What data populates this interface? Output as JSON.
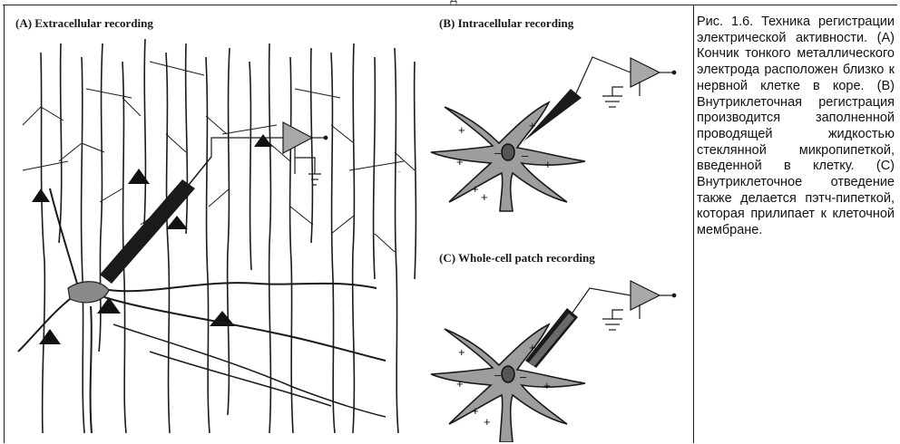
{
  "page": {
    "header_fragment": "Д"
  },
  "figure": {
    "panels": [
      {
        "id": "A",
        "label": "(A) Extracellular recording"
      },
      {
        "id": "B",
        "label": "(B) Intracellular recording"
      },
      {
        "id": "C",
        "label": "(C) Whole-cell patch recording"
      }
    ],
    "membrane_charge_signs": [
      "+",
      "–"
    ]
  },
  "caption": {
    "lines": [
      "Рис. 1.6. Техника регистрации электрической активности. (А) Кончик тонкого металлического электрода расположен близко к нервной клетке в коре. (В) Внутриклеточная регистрация производится заполненной проводящей жидкостью стеклянной микропипеткой, введенной в клетку. (С) Внутриклеточное отведение также делается пэтч-пипеткой, которая прилипает к клеточной мембране."
    ]
  }
}
